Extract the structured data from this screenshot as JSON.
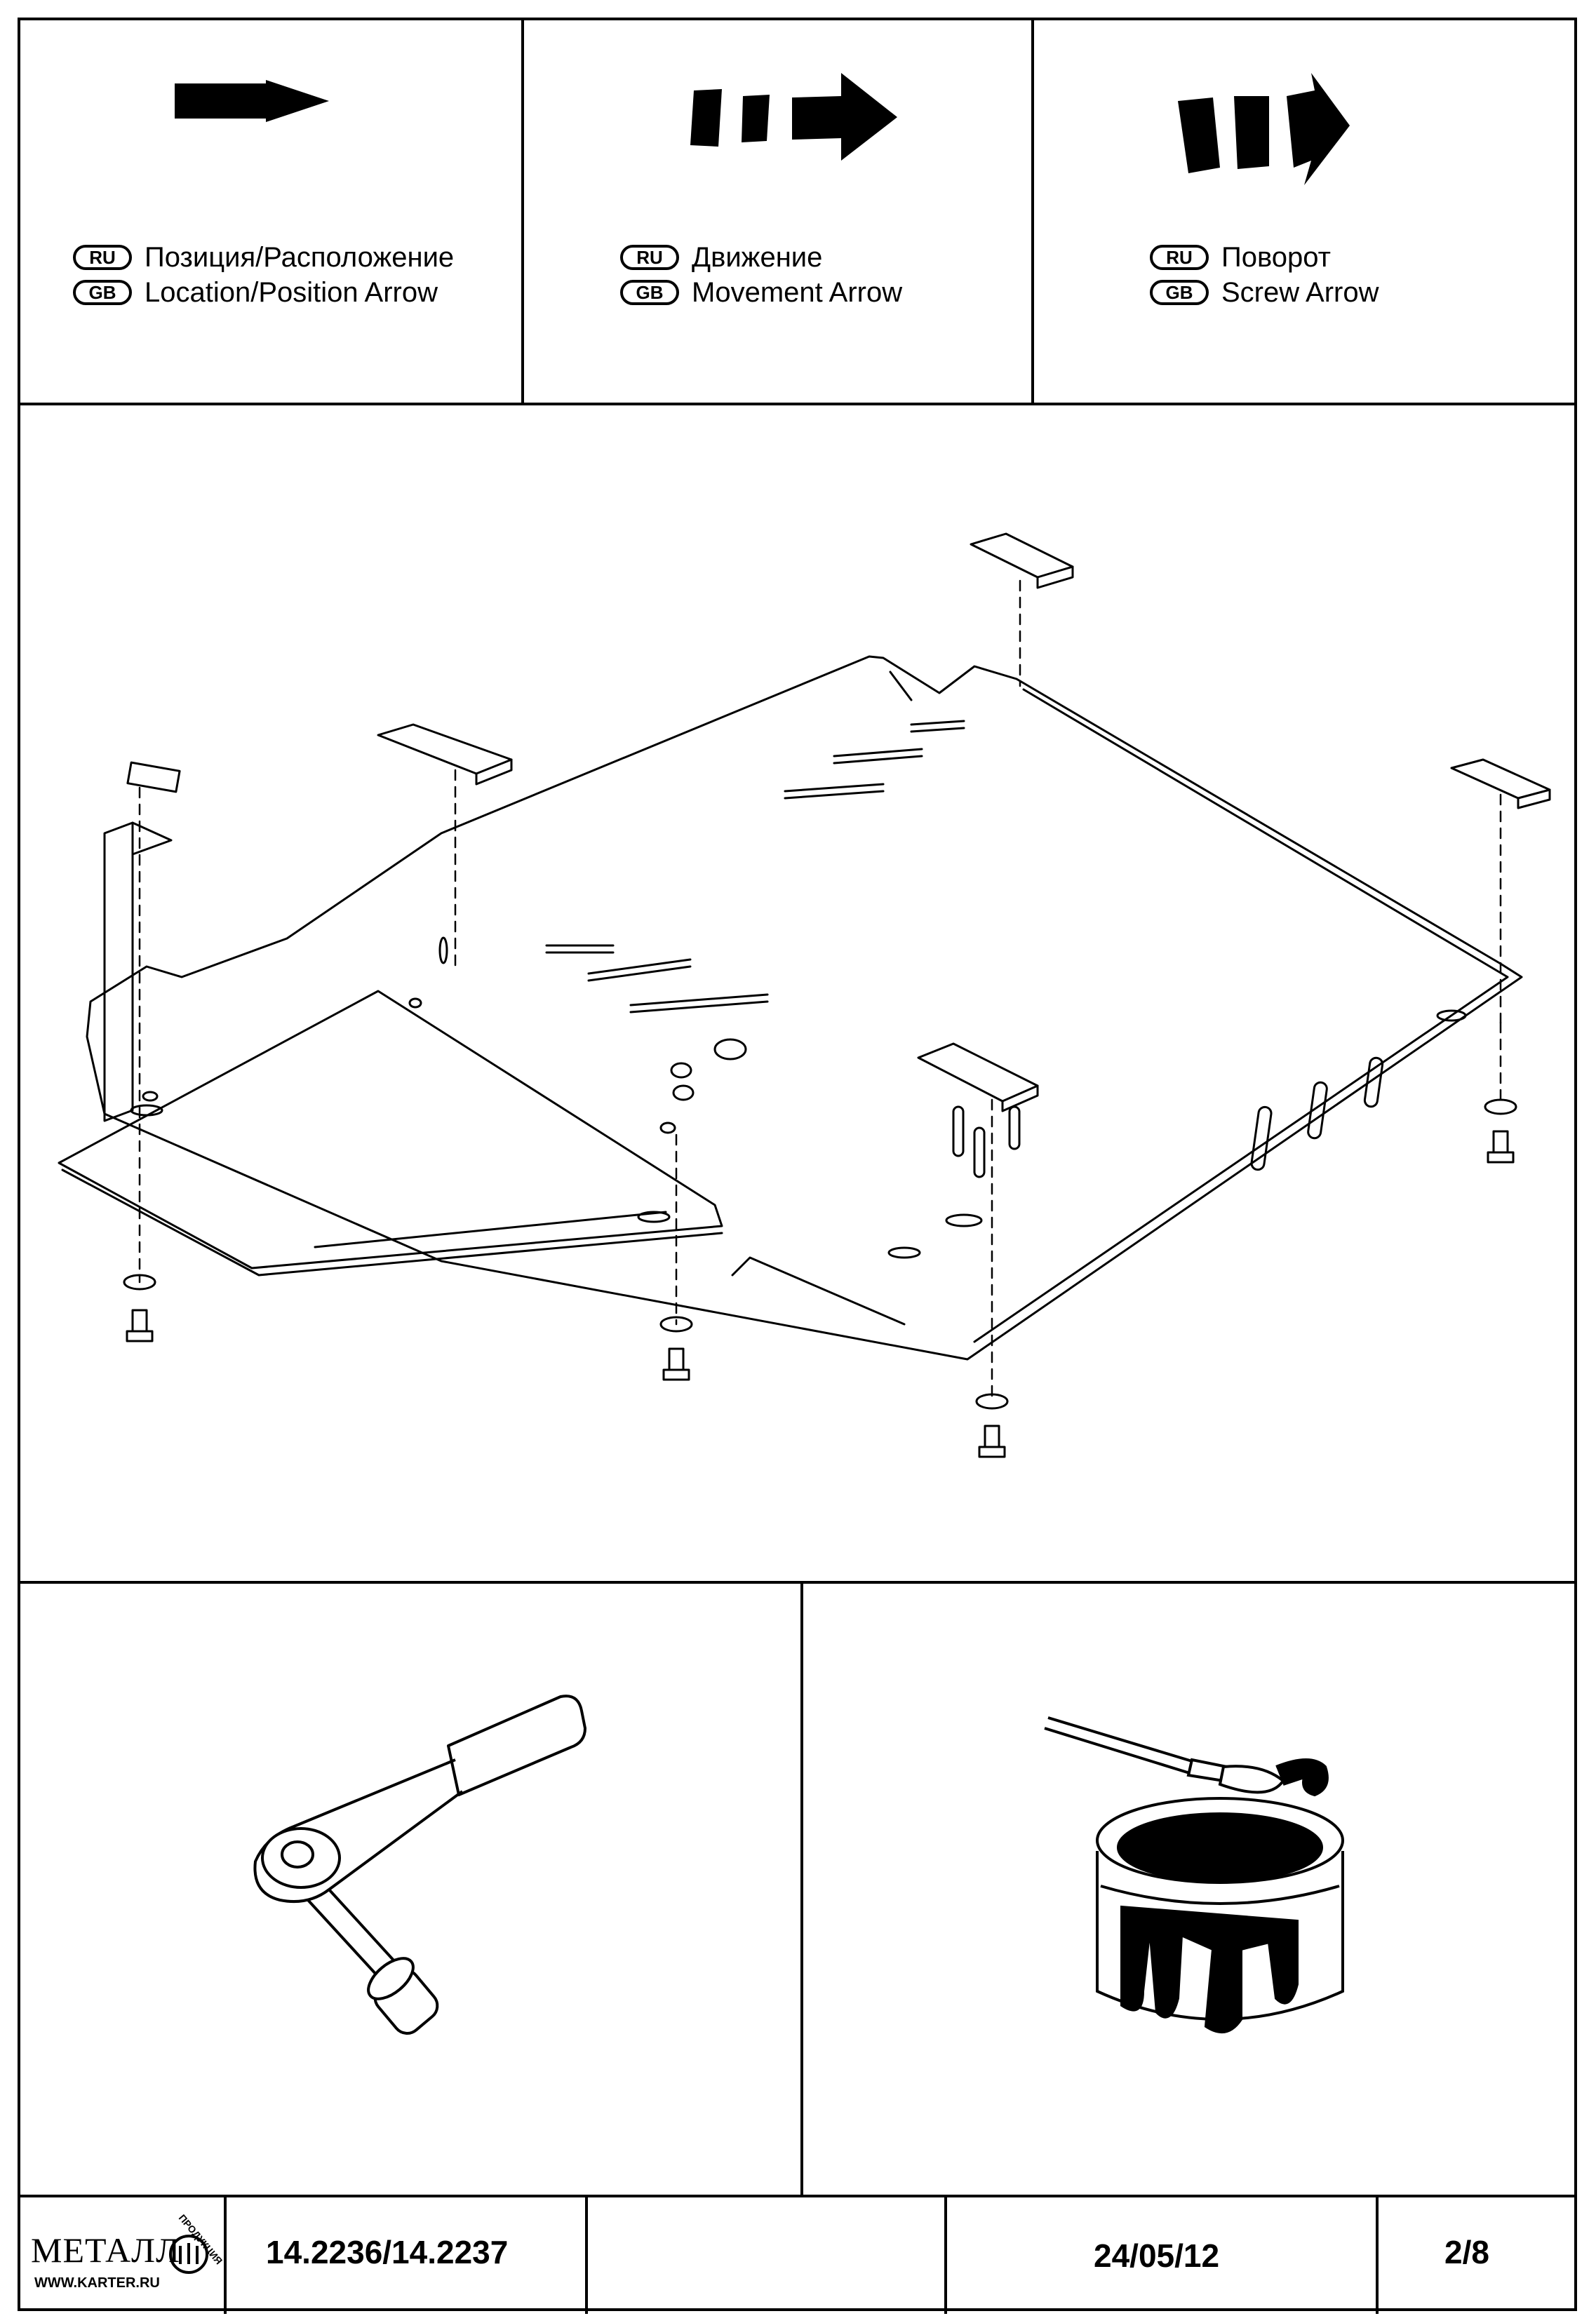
{
  "legend": [
    {
      "ru_code": "RU",
      "gb_code": "GB",
      "ru_text": "Позиция/Расположение",
      "gb_text": "Location/Position Arrow",
      "icon": "location-arrow-icon"
    },
    {
      "ru_code": "RU",
      "gb_code": "GB",
      "ru_text": "Движение",
      "gb_text": "Movement Arrow",
      "icon": "movement-arrow-icon"
    },
    {
      "ru_code": "RU",
      "gb_code": "GB",
      "ru_text": "Поворот",
      "gb_text": "Screw Arrow",
      "icon": "screw-arrow-icon"
    }
  ],
  "tools": [
    {
      "icon": "ratchet-wrench-icon"
    },
    {
      "icon": "paint-can-brush-icon"
    }
  ],
  "title_block": {
    "logo_text": "МЕТАЛЛ",
    "logo_side_text": "ПРОДУКЦИЯ",
    "logo_url_text": "WWW.KARTER.RU",
    "part_number": "14.2236/14.2237",
    "empty_field": "",
    "date": "24/05/12",
    "page": "2/8"
  }
}
